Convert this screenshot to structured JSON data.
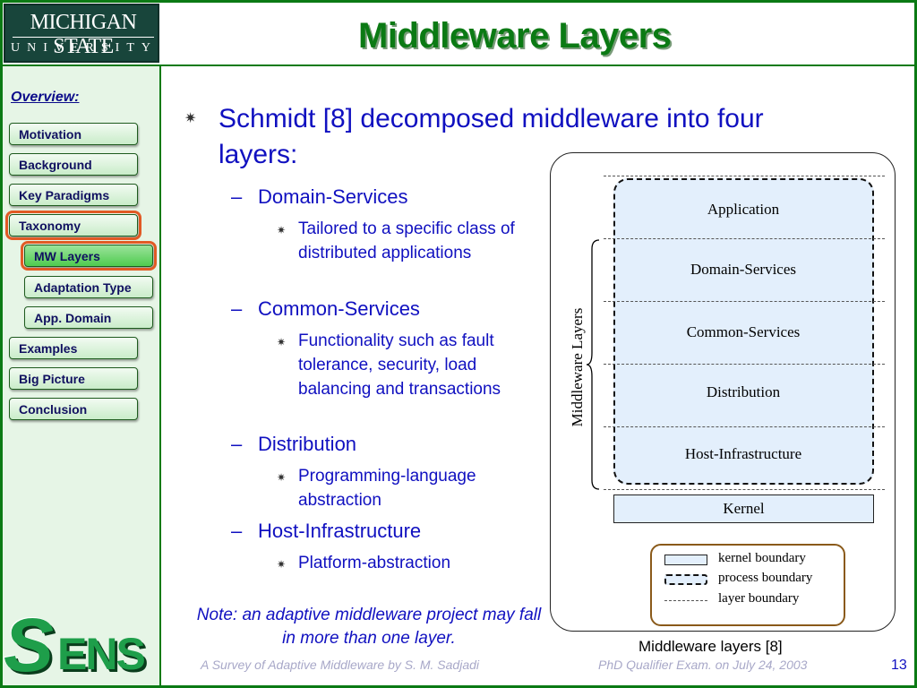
{
  "header": {
    "logo_line1": "MICHIGAN STATE",
    "logo_line2": "UNIVERSITY",
    "title": "Middleware Layers"
  },
  "sidebar": {
    "overview_label": "Overview:",
    "items": [
      {
        "label": "Motivation"
      },
      {
        "label": "Background"
      },
      {
        "label": "Key Paradigms"
      },
      {
        "label": "Taxonomy"
      },
      {
        "label": "MW Layers"
      },
      {
        "label": "Adaptation Type"
      },
      {
        "label": "App. Domain"
      },
      {
        "label": "Examples"
      },
      {
        "label": "Big Picture"
      },
      {
        "label": "Conclusion"
      }
    ],
    "logo_s": "S",
    "logo_rest": "ENS"
  },
  "content": {
    "main_bullet": "Schmidt [8] decomposed middleware into four layers:",
    "layers": [
      {
        "name": "Domain-Services",
        "detail": "Tailored to a specific class of distributed applications"
      },
      {
        "name": "Common-Services",
        "detail": "Functionality such as fault tolerance, security, load balancing and transactions"
      },
      {
        "name": "Distribution",
        "detail": "Programming-language abstraction"
      },
      {
        "name": "Host-Infrastructure",
        "detail": "Platform-abstraction"
      }
    ],
    "note": "Note: an adaptive middleware project may fall in more than one layer."
  },
  "diagram": {
    "layers": [
      "Application",
      "Domain-Services",
      "Common-Services",
      "Distribution",
      "Host-Infrastructure"
    ],
    "kernel": "Kernel",
    "vertical_label": "Middleware Layers",
    "legend": [
      "kernel boundary",
      "process boundary",
      "layer boundary"
    ],
    "caption": "Middleware layers [8]"
  },
  "footer": {
    "left": "A Survey of Adaptive Middleware by S. M. Sadjadi",
    "right": "PhD Qualifier Exam. on  July 24, 2003",
    "page_number": "13"
  },
  "colors": {
    "frame_green": "#0b7a14",
    "text_blue": "#1010c0",
    "sidebar_bg": "#e6f5e6",
    "active_outline": "#e15a25",
    "diagram_fill": "#e3effc"
  }
}
